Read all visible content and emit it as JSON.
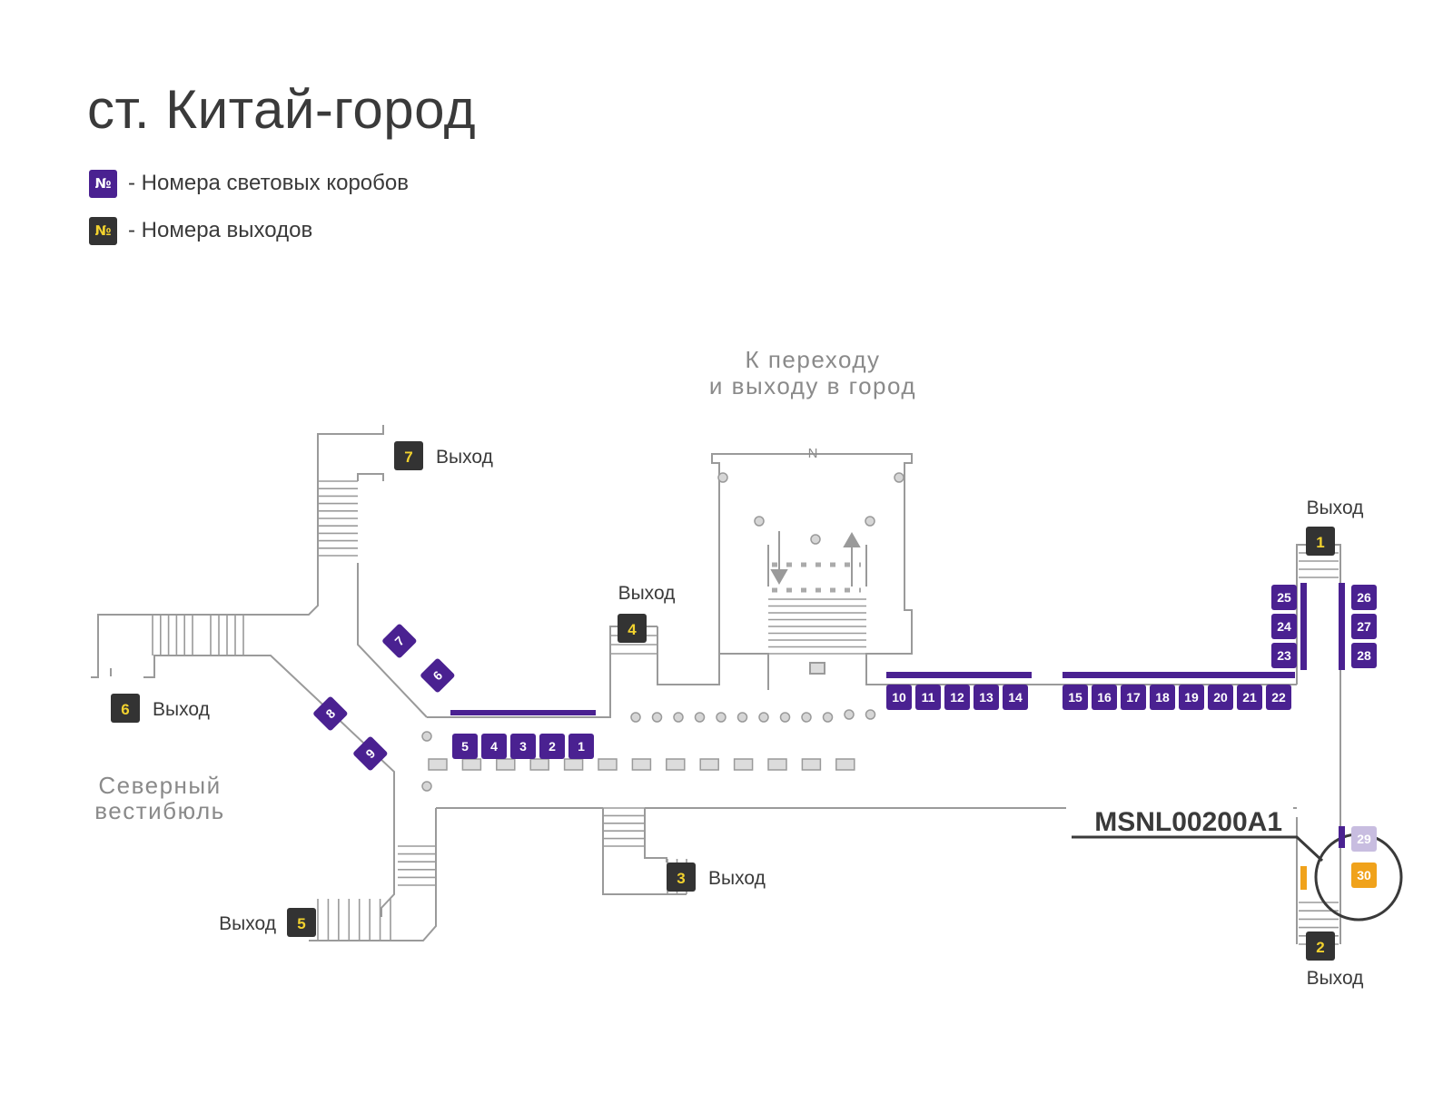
{
  "station_title": "ст. Китай-город",
  "legend": [
    {
      "symbol": "№",
      "text": "- Номера световых коробов",
      "kind": "box"
    },
    {
      "symbol": "№",
      "text": "- Номера выходов",
      "kind": "exit"
    }
  ],
  "colors": {
    "box": "#4a2191",
    "exit_bg": "#333333",
    "exit_text": "#f2d22e",
    "highlight": "#f0a21b",
    "faded_box": "#c8bde0",
    "line": "#9a9a9a",
    "label_gray": "#8a8a8a"
  },
  "labels": {
    "transfer_line1": "К переходу",
    "transfer_line2": "и выходу в город",
    "north_vestibule_line1": "Северный",
    "north_vestibule_line2": "вестибюль",
    "north_mark": "N",
    "panel_code": "MSNL00200A1"
  },
  "exits": [
    {
      "number": "7",
      "label": "Выход"
    },
    {
      "number": "4",
      "label": "Выход"
    },
    {
      "number": "1",
      "label": "Выход"
    },
    {
      "number": "6",
      "label": "Выход"
    },
    {
      "number": "3",
      "label": "Выход"
    },
    {
      "number": "5",
      "label": "Выход"
    },
    {
      "number": "2",
      "label": "Выход"
    }
  ],
  "light_boxes": [
    "1",
    "2",
    "3",
    "4",
    "5",
    "6",
    "7",
    "8",
    "9",
    "10",
    "11",
    "12",
    "13",
    "14",
    "15",
    "16",
    "17",
    "18",
    "19",
    "20",
    "21",
    "22",
    "23",
    "24",
    "25",
    "26",
    "27",
    "28",
    "29",
    "30"
  ],
  "highlighted_box": "30",
  "faded_box": "29"
}
